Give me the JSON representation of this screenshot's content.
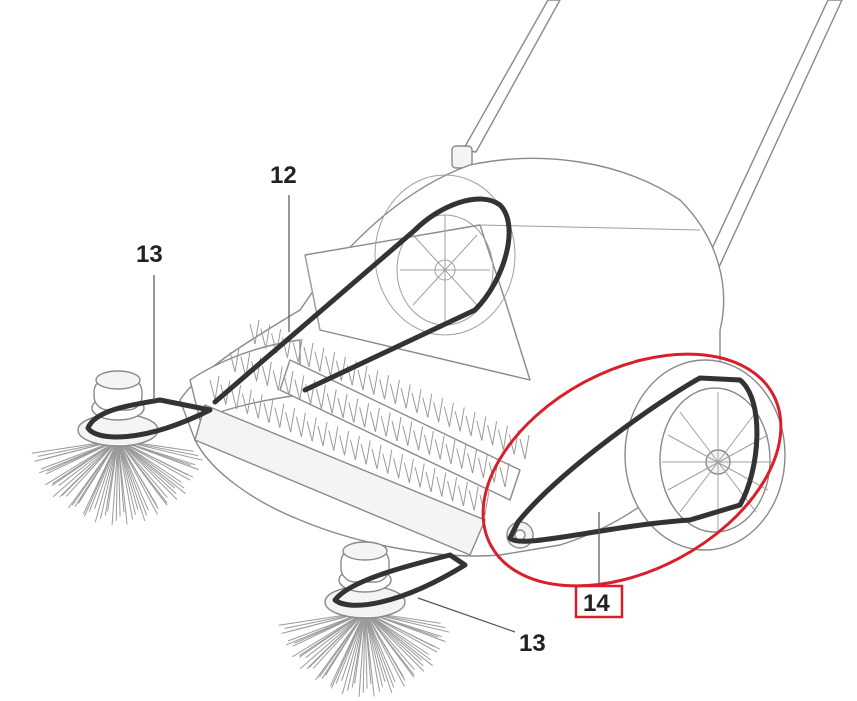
{
  "callouts": {
    "label_12": "12",
    "label_13_left": "13",
    "label_13_bottom": "13",
    "label_14": "14"
  },
  "colors": {
    "belt": "#333333",
    "outline": "#8a8a8a",
    "highlight": "#d9202a"
  }
}
